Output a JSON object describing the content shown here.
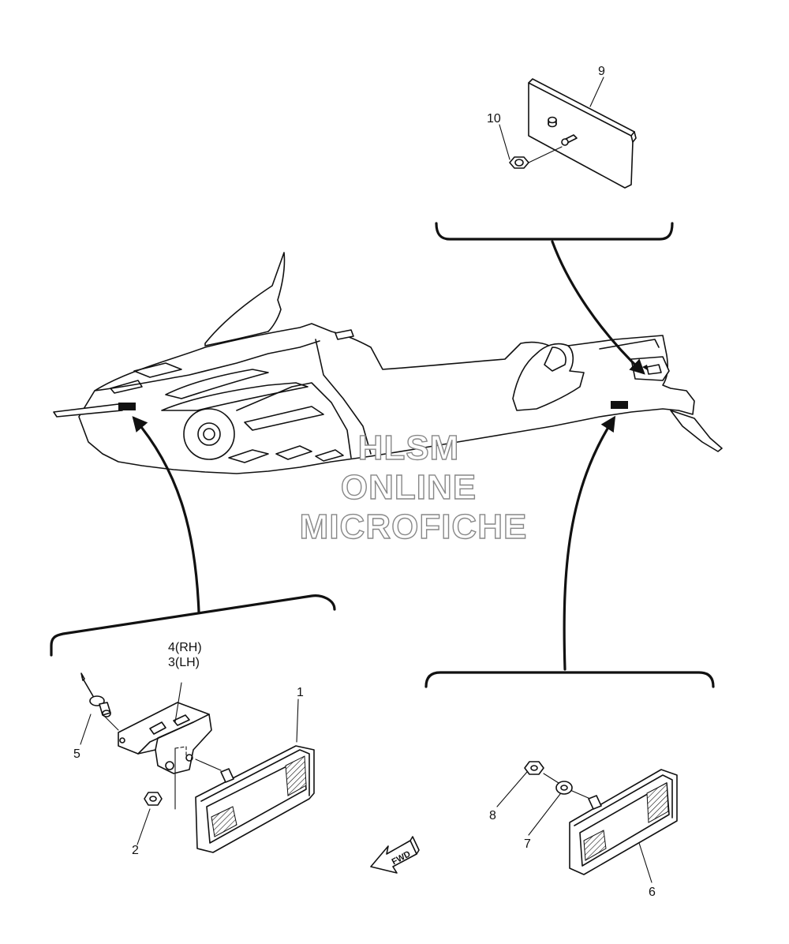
{
  "callouts": {
    "c1": "1",
    "c2": "2",
    "c3": "3(LH)",
    "c4": "4(RH)",
    "c5": "5",
    "c6": "6",
    "c7": "7",
    "c8": "8",
    "c9": "9",
    "c10": "10"
  },
  "fwd_label": "FWD",
  "watermark": {
    "line1": "HLSM",
    "line2": "ONLINE",
    "line3": "MICROFICHE"
  }
}
